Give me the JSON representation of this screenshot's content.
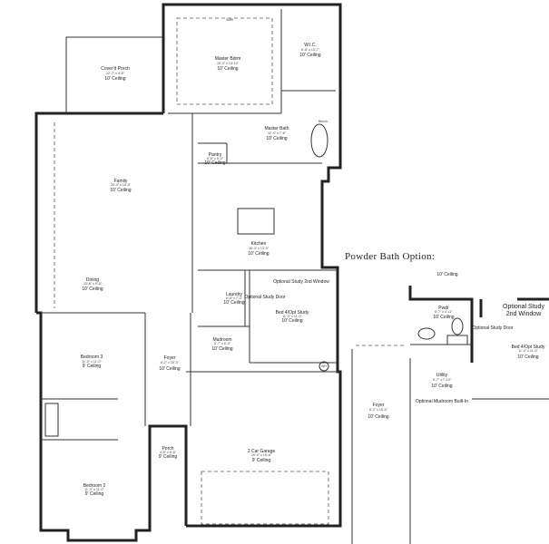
{
  "option_title": "Powder Bath Option:",
  "soffit_label": "Soffit",
  "rooms": {
    "covered_porch": {
      "name": "Cover'd Porch",
      "dims": "12'-7\" x 4'-6\"",
      "ceiling": "10' Ceiling"
    },
    "master_bdrm": {
      "name": "Master Bdrm",
      "dims": "15'-0\" x 13'-10\"",
      "ceiling": "10' Ceiling"
    },
    "wic": {
      "name": "W.I.C.",
      "dims": "6'-6\" x 13'-7\"",
      "ceiling": "10' Ceiling"
    },
    "master_bath": {
      "name": "Master Bath",
      "dims": "12'-0\" x 7'-6\"",
      "ceiling": "10' Ceiling"
    },
    "bench": {
      "name": "Bench"
    },
    "pantry": {
      "name": "Pantry",
      "dims": "5'-6\" x 5'-0\"",
      "ceiling": "10' Ceiling"
    },
    "family": {
      "name": "Family",
      "dims": "20'-0\" x 14'-0\"",
      "ceiling": "10' Ceiling"
    },
    "kitchen": {
      "name": "Kitchen",
      "dims": "16'-3\" x 13'-0\"",
      "ceiling": "10' Ceiling"
    },
    "dining": {
      "name": "Dining",
      "dims": "13'-6\" x 9'-6\"",
      "ceiling": "10' Ceiling"
    },
    "laundry": {
      "name": "Laundry",
      "dims": "6'-5\" x 7'-0\"",
      "ceiling": "10' Ceiling"
    },
    "optional_study_door": {
      "name": "Optional Study Door"
    },
    "optional_study_window": {
      "name": "Optional Study 2nd Window"
    },
    "bed4": {
      "name": "Bed 4/Opt Study",
      "dims": "11'-0\" x 11'-0\"",
      "ceiling": "10' Ceiling"
    },
    "mudroom": {
      "name": "Mudroom",
      "dims": "6'-7\" x 6'-0\"",
      "ceiling": "10' Ceiling"
    },
    "bedroom3": {
      "name": "Bedroom 3",
      "dims": "11'-0\" x 11'-0\"",
      "ceiling": "9' Ceiling"
    },
    "foyer": {
      "name": "Foyer",
      "dims": "6'-2\" x 15'-0\"",
      "ceiling": "10' Ceiling"
    },
    "porch": {
      "name": "Porch",
      "dims": "4'-0\" x 5'-6\"",
      "ceiling": "9' Ceiling"
    },
    "garage": {
      "name": "2 Car Garage",
      "dims": "19'-0\" x 19'-8\"",
      "ceiling": "9' Ceiling"
    },
    "bedroom2": {
      "name": "Bedroom 2",
      "dims": "11'-0\" x 11'-0\"",
      "ceiling": "9' Ceiling"
    },
    "wh": {
      "name": "WH"
    }
  },
  "option_rooms": {
    "top_ceiling": {
      "ceiling": "10' Ceiling"
    },
    "pwdr": {
      "name": "Pwdr",
      "dims": "6'-7\" x 4'-11\"",
      "ceiling": "10' Ceiling"
    },
    "study_door": {
      "name": "Optional Study Door"
    },
    "study_window": {
      "name": "Optional Study 2nd Window"
    },
    "bed4": {
      "name": "Bed 4/Opt Study",
      "dims": "11'-0\" x 11'-0\"",
      "ceiling": "10' Ceiling"
    },
    "utility": {
      "name": "Utility",
      "dims": "6'-7\" x 7'-10\"",
      "ceiling": "10' Ceiling"
    },
    "mudroom_builtin": {
      "name": "Optional Mudroom Built-In"
    },
    "foyer": {
      "name": "Foyer",
      "dims": "6'-2\" x 15'-0\"",
      "ceiling": "10' Ceiling"
    }
  }
}
